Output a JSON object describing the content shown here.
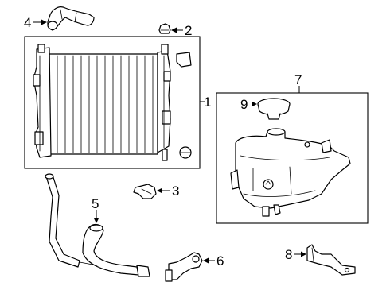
{
  "diagram": {
    "callouts": {
      "radiator": "1",
      "cap": "2",
      "bracket": "3",
      "upper_hose": "4",
      "lower_hose": "5",
      "outlet": "6",
      "reservoir_assembly": "7",
      "reservoir_bracket": "8",
      "reservoir_cap": "9"
    }
  }
}
